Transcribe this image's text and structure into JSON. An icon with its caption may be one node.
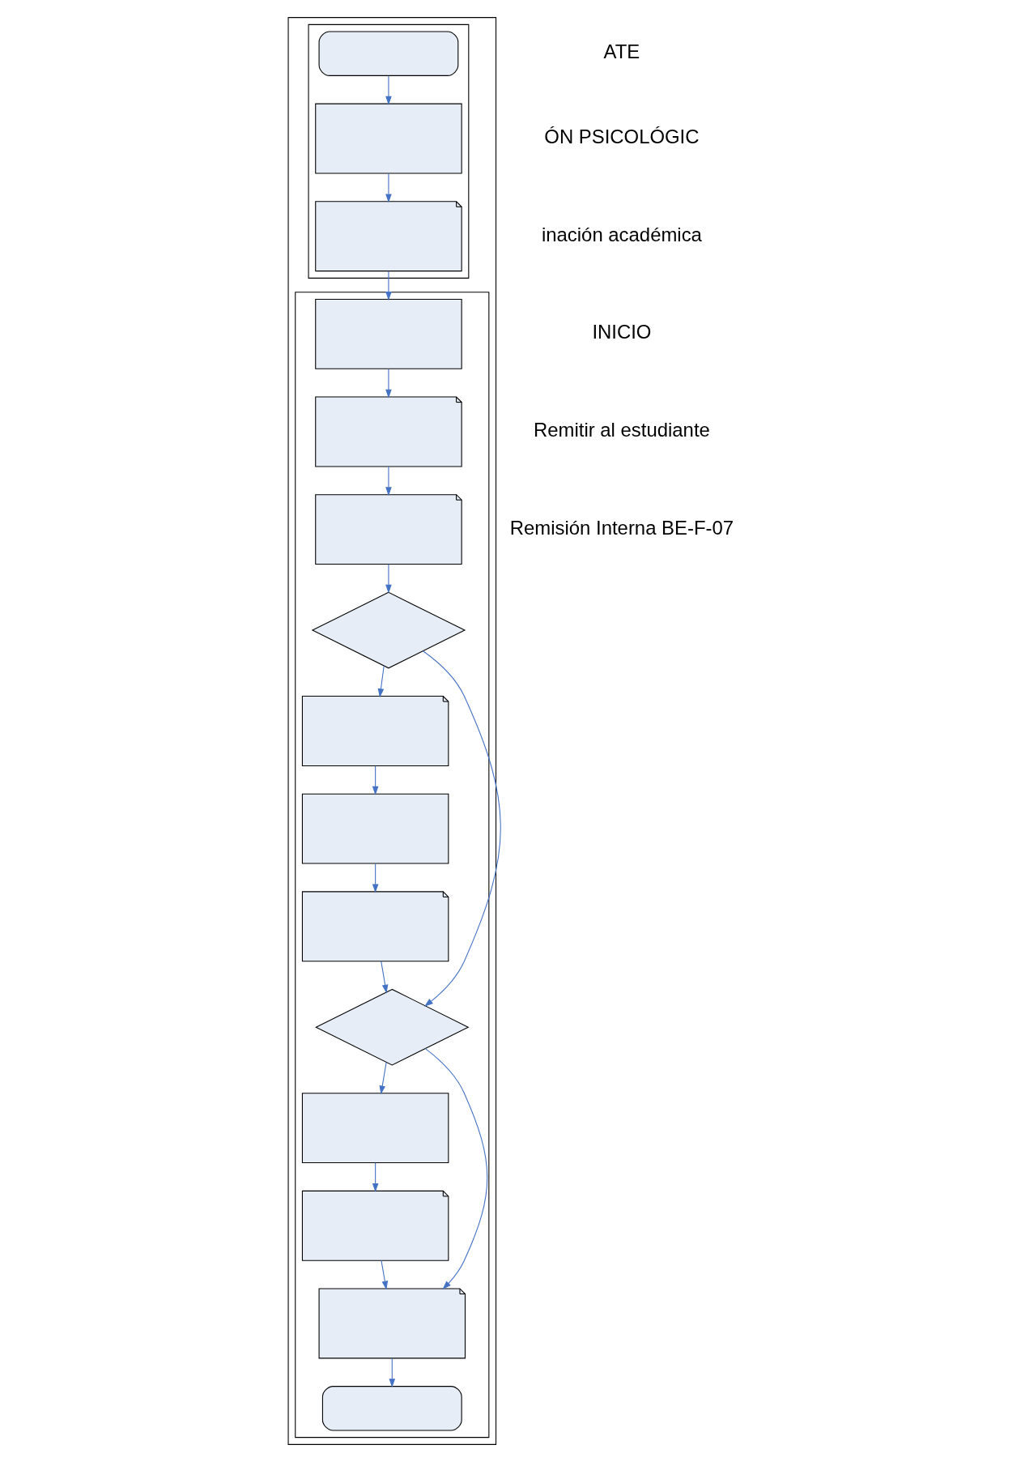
{
  "diagram": {
    "nodes": [
      {
        "text": [],
        "shape": "box"
      },
      {
        "text": [],
        "shape": "box",
        "in": 0
      },
      {
        "text": [],
        "shape": "box",
        "in": 0
      },
      {
        "text": [],
        "shape": "oval",
        "in": 1
      },
      {
        "text": [],
        "shape": "box",
        "in": 1
      },
      {
        "text": [],
        "shape": "document",
        "in": 1
      },
      {
        "text": [],
        "shape": "box",
        "in": 2
      },
      {
        "text": [],
        "shape": "document",
        "in": 2
      },
      {
        "text": [],
        "shape": "document",
        "in": 2
      },
      {
        "text": [],
        "shape": "diamond",
        "in": 2
      },
      {
        "text": [],
        "shape": "document",
        "in": 2
      },
      {
        "text": [],
        "shape": "box",
        "in": 2
      },
      {
        "text": [],
        "shape": "document",
        "in": 2
      },
      {
        "text": [],
        "shape": "diamond",
        "in": 2
      },
      {
        "text": [],
        "shape": "box",
        "in": 2
      },
      {
        "text": [],
        "shape": "document",
        "in": 2
      },
      {
        "text": [],
        "shape": "document",
        "in": 2
      },
      {
        "text": [],
        "shape": "oval",
        "in": 2
      }
    ],
    "edges": [
      {
        "from": 3,
        "to": 4,
        "arrow": "to"
      },
      {
        "from": 4,
        "to": 5,
        "arrow": "to"
      },
      {
        "from": 5,
        "to": 6,
        "arrow": "to"
      },
      {
        "from": 6,
        "to": 7,
        "arrow": "to"
      },
      {
        "from": 7,
        "to": 8,
        "arrow": "to"
      },
      {
        "from": 8,
        "to": 9,
        "arrow": "to"
      },
      {
        "from": 9,
        "to": 10,
        "arrow": "to"
      },
      {
        "from": 10,
        "to": 11,
        "arrow": "to"
      },
      {
        "from": 11,
        "to": 12,
        "arrow": "to"
      },
      {
        "from": 12,
        "to": 13,
        "arrow": "to"
      },
      {
        "from": 9,
        "to": 13,
        "arrow": "to"
      },
      {
        "from": 13,
        "to": 14,
        "arrow": "to"
      },
      {
        "from": 14,
        "to": 15,
        "arrow": "to"
      },
      {
        "from": 15,
        "to": 16,
        "arrow": "to"
      },
      {
        "from": 13,
        "to": 16,
        "arrow": "to"
      },
      {
        "from": 16,
        "to": 17,
        "arrow": "to"
      }
    ],
    "labels": [
      "ATE",
      "ÓN PSICOLÓGIC",
      "inación académica",
      "INICIO",
      "Remitir al estudiante",
      "Remisión Interna BE-F-07"
    ]
  }
}
